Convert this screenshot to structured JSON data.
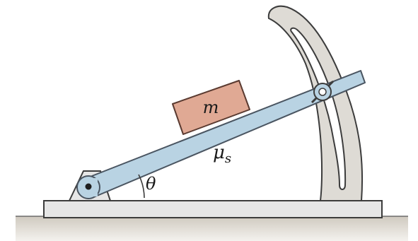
{
  "labels": {
    "mass": "m",
    "friction_symbol": "μ",
    "friction_subscript": "s",
    "angle": "θ"
  },
  "colors": {
    "incline_fill": "#b9d3e3",
    "incline_stroke": "#4a5561",
    "block_fill": "#e0a994",
    "block_stroke": "#5a3a30",
    "base_fill": "#e6e6e6",
    "floor_fill": "#d8d3ca",
    "quadrant_fill": "#dedbd5",
    "outline": "#3c3c3c"
  }
}
